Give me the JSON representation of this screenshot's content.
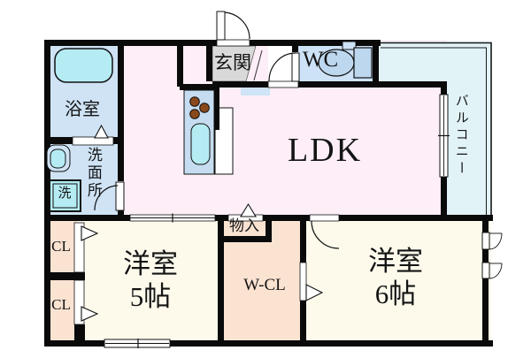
{
  "floorplan": {
    "labels": {
      "ldk": "LDK",
      "genkan": "玄関",
      "wc": "WC",
      "balcony": "バルコニー",
      "bathroom": "浴室",
      "washroom": "洗面所",
      "washer": "洗",
      "room5_name": "洋室",
      "room5_size": "5帖",
      "room6_name": "洋室",
      "room6_size": "6帖",
      "walk_in_closet": "W-CL",
      "storage": "物入",
      "closet_upper": "CL",
      "closet_lower": "CL"
    },
    "colors": {
      "wall": "#0a0a0a",
      "ldk_floor": "#fdeef7",
      "western_room_floor": "#fdfaec",
      "closet_floor": "#fbe3d2",
      "wet_area_floor": "#cfe3f5",
      "wc_floor": "#cde2f6",
      "kitchen_counter": "#c6dcf0",
      "fixture_cyan": "#b5ecf3",
      "toilet_blue": "#bdd7ef",
      "balcony_floor": "#e2f3f8",
      "genkan_gray": "#d9d9d9",
      "burner_brown": "#8a4a1b",
      "entry_step_blue": "#cfe4f6",
      "symbol_white": "#ffffff"
    }
  }
}
